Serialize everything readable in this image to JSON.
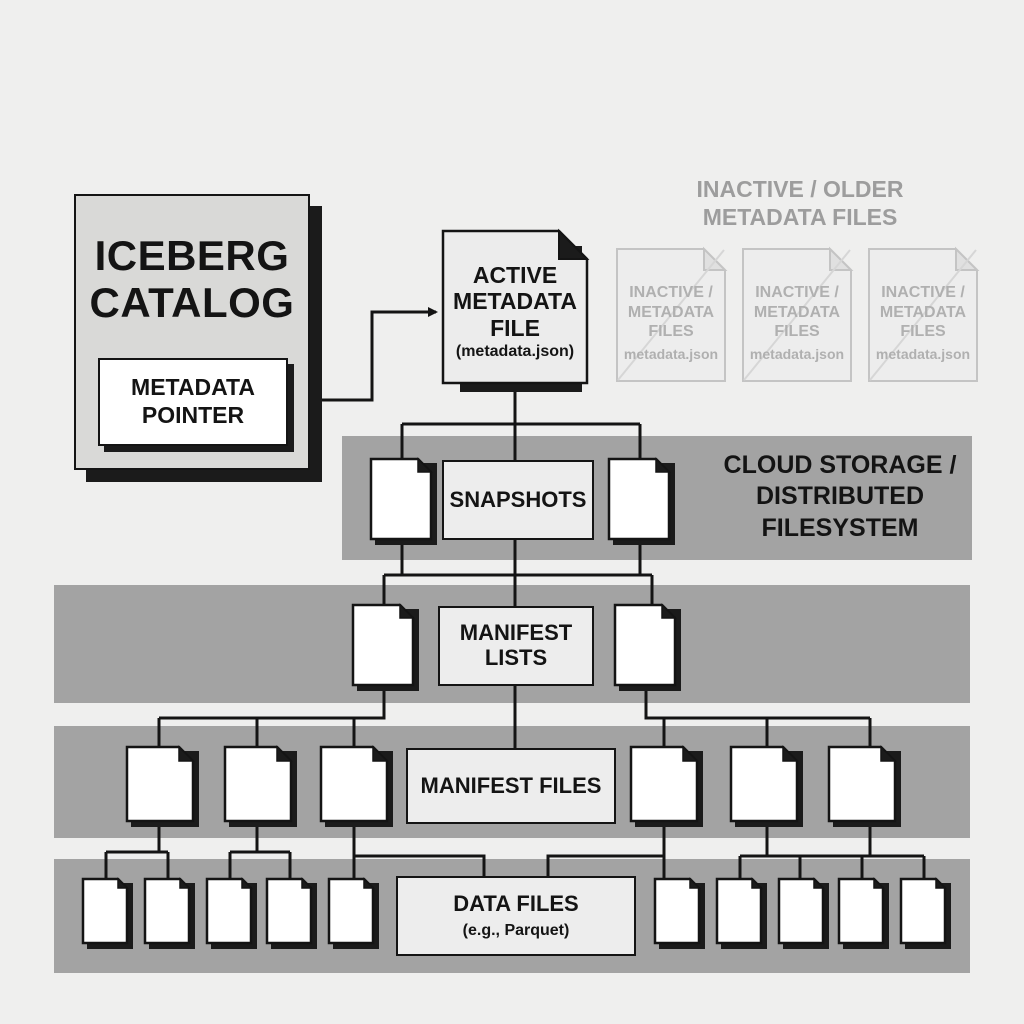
{
  "catalog": {
    "title": [
      "ICEBERG",
      "CATALOG"
    ],
    "pointer": [
      "METADATA",
      "POINTER"
    ]
  },
  "active_metadata": {
    "title": [
      "ACTIVE",
      "METADATA",
      "FILE"
    ],
    "filename": "(metadata.json)"
  },
  "inactive": {
    "title": [
      "INACTIVE / OLDER",
      "METADATA FILES"
    ],
    "files": [
      {
        "lines": [
          "INACTIVE /",
          "METADATA",
          "FILES"
        ],
        "filename": "metadata.json"
      },
      {
        "lines": [
          "INACTIVE /",
          "METADATA",
          "FILES"
        ],
        "filename": "metadata.json"
      },
      {
        "lines": [
          "INACTIVE /",
          "METADATA",
          "FILES"
        ],
        "filename": "metadata.json"
      }
    ]
  },
  "storage_label": [
    "CLOUD STORAGE /",
    "DISTRIBUTED",
    "FILESYSTEM"
  ],
  "levels": {
    "snapshots": [
      "SNAPSHOTS"
    ],
    "manifest_lists": [
      "MANIFEST",
      "LISTS"
    ],
    "manifest_files": [
      "MANIFEST FILES"
    ],
    "data_files": {
      "title": "DATA FILES",
      "subtitle": "(e.g., Parquet)"
    }
  },
  "colors": {
    "band": "#a3a3a3",
    "background": "#efefee",
    "ink": "#141414",
    "faded": "#b0b0b0"
  }
}
